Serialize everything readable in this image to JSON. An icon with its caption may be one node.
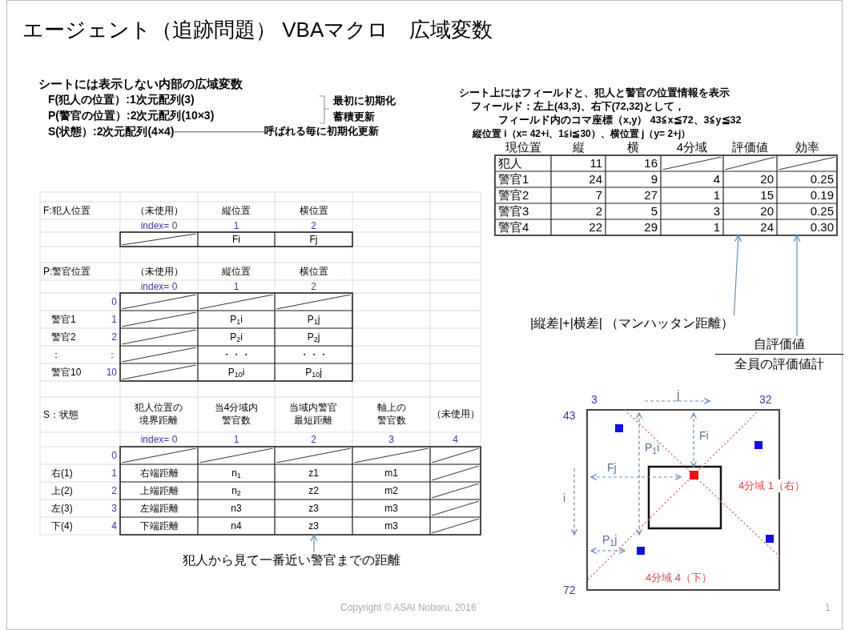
{
  "diagram": {
    "title": "エージェント（追跡問題） VBAマクロ　広域変数",
    "nodes": [
      {
        "text": [
          "S(状態）:2次元配列(4×4)"
        ]
      },
      {
        "text": [
          "呼ばれる毎に初期化更新"
        ]
      },
      {
        "text": [
          "犯人から見て一番近い警官までの距離"
        ]
      },
      {
        "text": [
          "|縦差|+|横差| （マンハッタン距離）"
        ]
      },
      {
        "text": [
          "自評価値",
          "全員の評価値計"
        ]
      },
      {
        "text": [
          "z3"
        ]
      },
      {
        "text": [
          "24"
        ]
      },
      {
        "text": [
          "0.30"
        ]
      }
    ],
    "edges": [
      {
        "from": 0,
        "to": 1,
        "arrow": "none",
        "color": "#555555"
      },
      {
        "from": 2,
        "to": 5,
        "arrow": "to"
      },
      {
        "from": 3,
        "to": 6,
        "arrow": "to"
      },
      {
        "from": 4,
        "to": 7,
        "arrow": "to"
      }
    ],
    "labels": [
      "シートには表示しない内部の広域変数",
      "F(犯人の位置）:1次元配列(3)",
      "最初に初期化",
      "P(警官の位置）:2次元配列(10×3)",
      "蓄積更新",
      "シート上にはフィールドと、犯人と警官の位置情報を表示",
      "フィールド：左上(43,3)、右下(72,32)として，",
      "フィールド内のコマ座標（x,y） 43≦x≦72、3≦y≦32",
      "縦位置 i（x= 42+i、1≦i≦30）、横位置 j（y= 2+j）",
      "F:犯人位置",
      "（未使用）",
      "縦位置",
      "横位置",
      "index= 0",
      "1",
      "2",
      "Fi",
      "Fj",
      "P:警官位置",
      "（未使用）",
      "縦位置",
      "横位置",
      "index= 0",
      "1",
      "2",
      "0",
      "警官1",
      "1",
      "P$_{1}$i",
      "P$_{1}$j",
      "警官2",
      "2",
      "P$_{2}$i",
      "P$_{2}$j",
      "：",
      "：",
      "・・・",
      "・・・",
      "警官10",
      "10",
      "P$_{10}$i",
      "P$_{10}$j",
      "S：状態",
      "犯人位置の境界距離",
      "当4分域内警官数",
      "当域内警官最短距離",
      "軸上の警官数",
      "（未使用）",
      "index= 0",
      "1",
      "2",
      "3",
      "4",
      "0",
      "右(1)",
      "1",
      "右端距離",
      "n$_{1}$",
      "z1",
      "m1",
      "上(2)",
      "2",
      "上端距離",
      "n$_{2}$",
      "z2",
      "m2",
      "左(3)",
      "3",
      "左端距離",
      "n3",
      "z3",
      "m3",
      "下(4)",
      "4",
      "下端距離",
      "n4",
      "m3",
      "現位置",
      "縦",
      "横",
      "4分域",
      "評価値",
      "効率",
      "犯人",
      "11",
      "16",
      "警官1",
      "24",
      "9",
      "4",
      "20",
      "0.25",
      "警官2",
      "7",
      "27",
      "1",
      "15",
      "0.19",
      "警官3",
      "2",
      "5",
      "3",
      "20",
      "0.25",
      "警官4",
      "22",
      "29",
      "1",
      "3",
      "32",
      "43",
      "72",
      "j",
      "i",
      "Fi",
      "Fj",
      "P$_{1}$i",
      "P$_{1}$j",
      "4分域 1（右）",
      "4分域 4（下）",
      "Copyright ©  ASAI Noboru, 2016",
      "1"
    ]
  }
}
